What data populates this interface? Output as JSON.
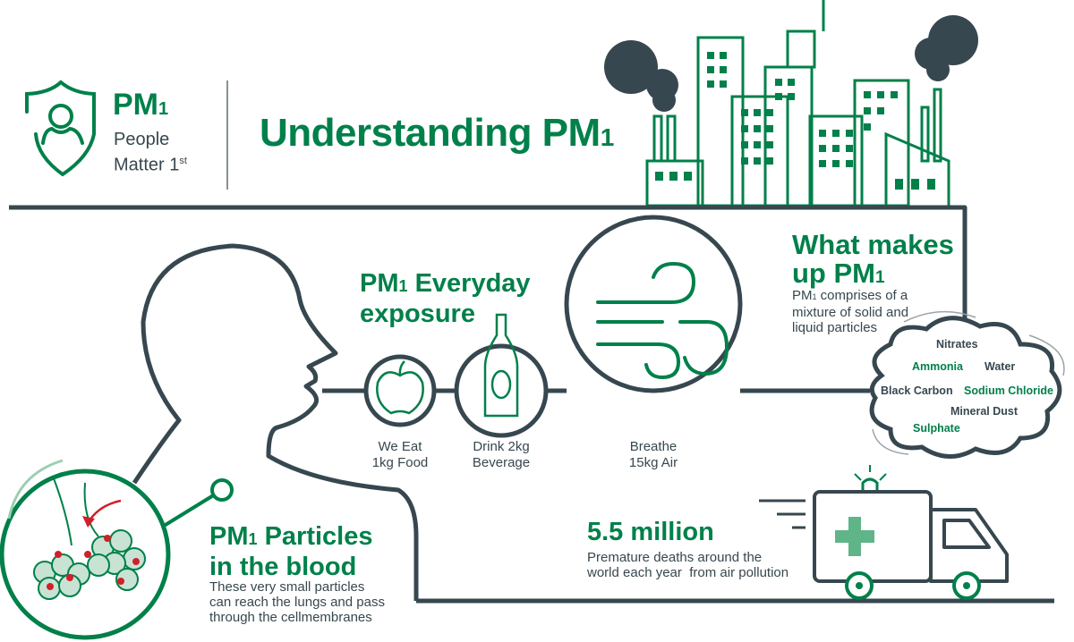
{
  "logo": {
    "title": "PM",
    "sub": "1",
    "line1": "People",
    "line2": "Matter 1",
    "sup": "st"
  },
  "header": {
    "title": "Understanding PM",
    "title_sub": "1"
  },
  "exposure": {
    "title_line1": "PM",
    "title_sub": "1",
    "title_line1_rest": " Everyday",
    "title_line2": "exposure",
    "items": [
      {
        "line1": "We Eat",
        "line2": "1kg Food",
        "icon": "apple-icon"
      },
      {
        "line1": "Drink 2kg",
        "line2": "Beverage",
        "icon": "bottle-icon"
      },
      {
        "line1": "Breathe",
        "line2": "15kg Air",
        "icon": "wind-icon"
      }
    ]
  },
  "composition": {
    "title_line1": "What makes",
    "title_line2": "up PM",
    "title_sub": "1",
    "desc_prefix": "PM",
    "desc_sub": "1",
    "desc_line1": " comprises of a",
    "desc_line2": "mixture of solid and",
    "desc_line3": "liquid particles",
    "components": [
      "Nitrates",
      "Ammonia",
      "Water",
      "Black Carbon",
      "Sodium Chloride",
      "Mineral Dust",
      "Sulphate"
    ]
  },
  "blood": {
    "title_line1": "PM",
    "title_sub": "1",
    "title_line1_rest": " Particles",
    "title_line2": "in the blood",
    "desc_line1": "These very small particles",
    "desc_line2": "can reach the lungs and pass",
    "desc_line3": "through the cellmembranes"
  },
  "deaths": {
    "stat": "5.5 million",
    "desc_line1": "Premature deaths around the",
    "desc_line2": "world each year  from air pollution"
  },
  "colors": {
    "green": "#00804a",
    "dark": "#37474f",
    "light_green": "#c8e3d3",
    "red": "#d0202a"
  }
}
